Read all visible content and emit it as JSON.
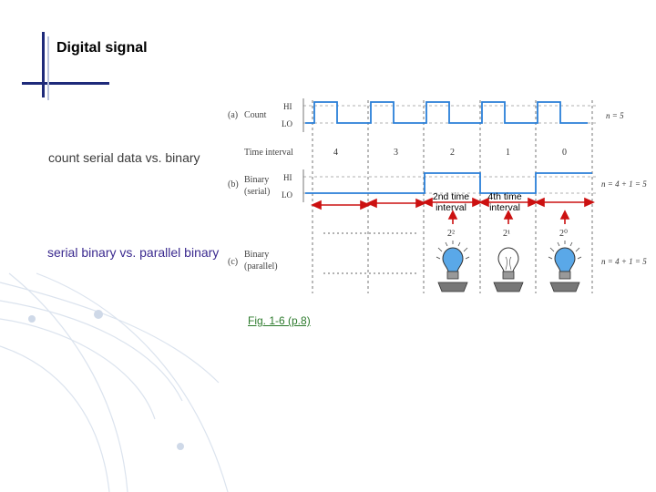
{
  "title": "Digital signal",
  "notes": {
    "count_vs_binary": "count serial data vs. binary",
    "serial_vs_parallel": "serial binary vs. parallel binary"
  },
  "caption": "Fig. 1-6 (p.8)",
  "highlights": {
    "second": "2nd time interval",
    "fourth": "4th time interval"
  },
  "figure": {
    "panels": {
      "a": {
        "tag": "(a)",
        "name": "Count",
        "n_label": "n = 5"
      },
      "b": {
        "tag": "(b)",
        "name1": "Binary",
        "name2": "(serial)",
        "n_label": "n = 4 + 1 = 5"
      },
      "c": {
        "tag": "(c)",
        "name1": "Binary",
        "name2": "(parallel)",
        "n_label": "n = 4 + 1 = 5"
      }
    },
    "levels": {
      "hi": "HI",
      "lo": "LO"
    },
    "time_interval": {
      "label": "Time interval",
      "values": [
        "4",
        "3",
        "2",
        "1",
        "0"
      ]
    },
    "bulbs": [
      {
        "weight": "2²",
        "lit": true
      },
      {
        "weight": "2¹",
        "lit": false
      },
      {
        "weight": "2⁰",
        "lit": true
      }
    ]
  },
  "colors": {
    "signal": "#2a7fd8",
    "arrow": "#cc1111",
    "dashed": "#555555",
    "lit_bulb": "#5aa8e8",
    "title_bar": "#1e2a7a"
  }
}
